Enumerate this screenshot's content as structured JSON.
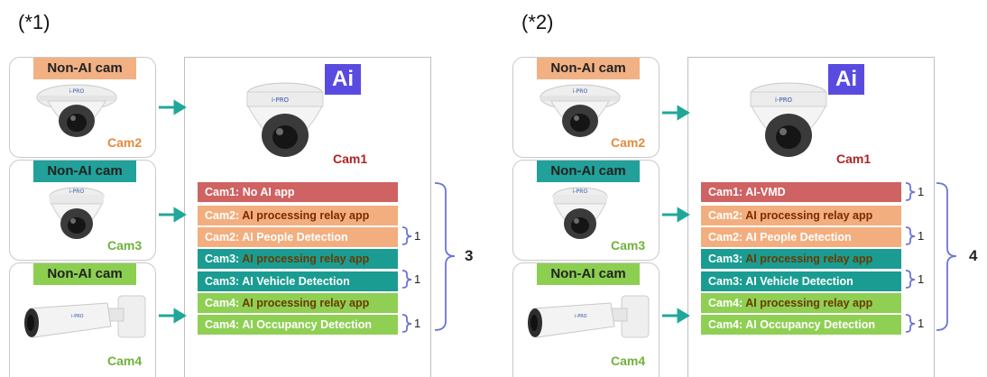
{
  "panels": [
    {
      "label": "(*1)",
      "cam2": {
        "tag": "Non-AI cam",
        "name": "Cam2"
      },
      "cam3": {
        "tag": "Non-AI cam",
        "name": "Cam3"
      },
      "cam4": {
        "tag": "Non-AI cam",
        "name": "Cam4"
      },
      "main": {
        "badge": "Ai",
        "name": "Cam1"
      },
      "apps": [
        {
          "prefix": "Cam1:",
          "text": "No AI app",
          "count": ""
        },
        {
          "prefix": "Cam2:",
          "text": "AI processing relay app",
          "count": ""
        },
        {
          "prefix": "Cam2:",
          "text": "AI People Detection",
          "count": "1"
        },
        {
          "prefix": "Cam3:",
          "text": "AI processing relay app",
          "count": ""
        },
        {
          "prefix": "Cam3:",
          "text": "AI Vehicle Detection",
          "count": "1"
        },
        {
          "prefix": "Cam4:",
          "text": "AI processing relay app",
          "count": ""
        },
        {
          "prefix": "Cam4:",
          "text": "AI Occupancy Detection",
          "count": "1"
        }
      ],
      "total": "3"
    },
    {
      "label": "(*2)",
      "cam2": {
        "tag": "Non-AI cam",
        "name": "Cam2"
      },
      "cam3": {
        "tag": "Non-AI cam",
        "name": "Cam3"
      },
      "cam4": {
        "tag": "Non-AI cam",
        "name": "Cam4"
      },
      "main": {
        "badge": "Ai",
        "name": "Cam1"
      },
      "apps": [
        {
          "prefix": "Cam1:",
          "text": "AI-VMD",
          "count": "1"
        },
        {
          "prefix": "Cam2:",
          "text": "AI processing relay app",
          "count": ""
        },
        {
          "prefix": "Cam2:",
          "text": "AI People Detection",
          "count": "1"
        },
        {
          "prefix": "Cam3:",
          "text": "AI processing relay app",
          "count": ""
        },
        {
          "prefix": "Cam3:",
          "text": "AI Vehicle Detection",
          "count": "1"
        },
        {
          "prefix": "Cam4:",
          "text": "AI processing relay app",
          "count": ""
        },
        {
          "prefix": "Cam4:",
          "text": "AI Occupancy Detection",
          "count": "1"
        }
      ],
      "total": "4"
    }
  ],
  "brand": "i-PRO",
  "colors": {
    "arrow": "#1fa89a",
    "brace": "#6b74d6",
    "orange": "#f2b183",
    "teal": "#21a199",
    "green": "#8ccf50",
    "red": "#cf6262",
    "ai_badge": "#5a4be0"
  }
}
